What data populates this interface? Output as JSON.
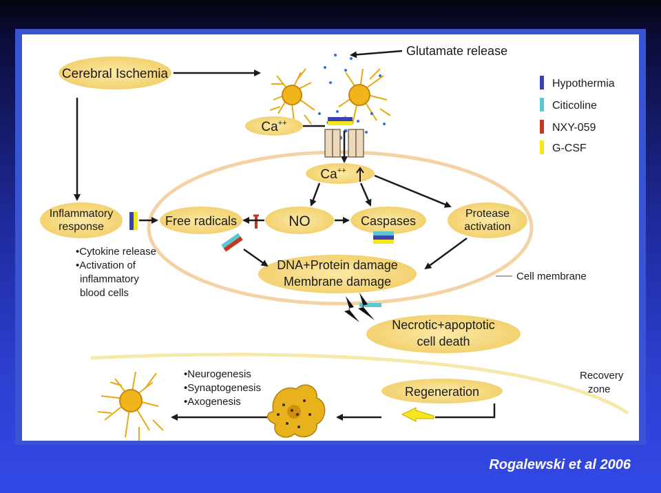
{
  "diagram": {
    "cerebral_ischemia": "Cerebral Ischemia",
    "glutamate_release": "Glutamate release",
    "ca_outer": "Ca",
    "ca_inner": "Ca",
    "ca_superscript": "++",
    "inflammatory_response": [
      "Inflammatory",
      "response"
    ],
    "inflammatory_effects": [
      "•Cytokine release",
      "•Activation of",
      "inflammatory",
      "blood cells"
    ],
    "free_radicals": "Free radicals",
    "no": "NO",
    "caspases": "Caspases",
    "protease_activation": [
      "Protease",
      "activation"
    ],
    "damage": [
      "DNA+Protein damage",
      "Membrane damage"
    ],
    "cell_membrane": "Cell membrane",
    "cell_death": [
      "Necrotic+apoptotic",
      "cell death"
    ],
    "regeneration": "Regeneration",
    "regen_processes": [
      "•Neurogenesis",
      "•Synaptogenesis",
      "•Axogenesis"
    ],
    "recovery_zone": [
      "Recovery",
      "zone"
    ]
  },
  "legend": [
    {
      "label": "Hypothermia",
      "color": "#3845b0"
    },
    {
      "label": "Citicoline",
      "color": "#5cc6d0"
    },
    {
      "label": "NXY-059",
      "color": "#c0391e"
    },
    {
      "label": "G-CSF",
      "color": "#f5e71c"
    }
  ],
  "colors": {
    "node_fill": "#f6dc82",
    "neuron": "#e8a812",
    "membrane": "#f3d2a6",
    "arrow": "#1a1a1a",
    "frame": "#3a55d4"
  },
  "credit": "Rogalewski et al 2006"
}
